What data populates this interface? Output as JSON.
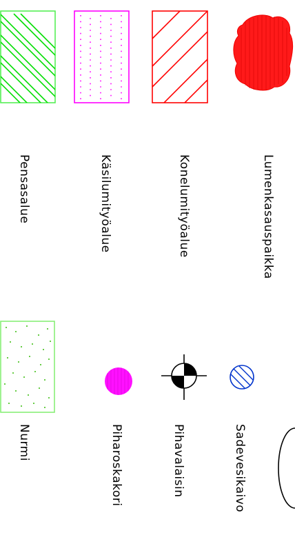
{
  "legend": {
    "items": [
      {
        "label": "Lumenkasauspaikka",
        "symbol": "snow-pile-icon",
        "color": "#ff0000"
      },
      {
        "label": "Konelumityöalue",
        "symbol": "red-hatch-area",
        "color": "#ff0000"
      },
      {
        "label": "Käsilumityöalue",
        "symbol": "magenta-dotted-area",
        "color": "#ff00ff"
      },
      {
        "label": "Pensasalue",
        "symbol": "green-hatch-area",
        "color": "#00dd00"
      },
      {
        "label": "Sadevesikaivo",
        "symbol": "storm-drain-icon",
        "color": "#0033cc"
      },
      {
        "label": "Pihavalaisin",
        "symbol": "yard-light-icon",
        "color": "#000000"
      },
      {
        "label": "Piharoskakori",
        "symbol": "trash-bin-icon",
        "color": "#ff00ff"
      },
      {
        "label": "Nurmi",
        "symbol": "lawn-area",
        "color": "#66dd44"
      }
    ]
  }
}
